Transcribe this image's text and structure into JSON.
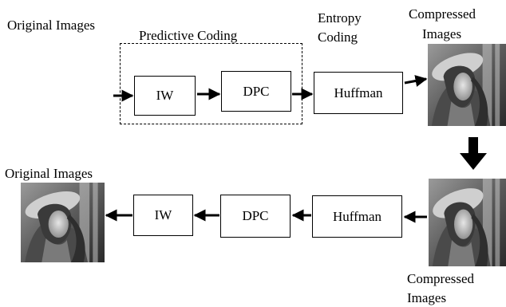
{
  "top_row": {
    "input_label": "Original Images",
    "group_label": "Predictive Coding",
    "entropy_label_line1": "Entropy",
    "entropy_label_line2": "Coding",
    "output_label_line1": "Compressed",
    "output_label_line2": "Images",
    "blocks": [
      "IW",
      "DPC",
      "Huffman"
    ]
  },
  "bottom_row": {
    "output_label": "Original Images",
    "input_label_line1": "Compressed",
    "input_label_line2": "Images",
    "blocks": [
      "IW",
      "DPC",
      "Huffman"
    ]
  },
  "colors": {
    "stroke": "#000000",
    "background": "#ffffff"
  },
  "icons": {
    "photo": "grayscale-portrait-photo",
    "transfer_arrow": "thick-down-arrow"
  }
}
